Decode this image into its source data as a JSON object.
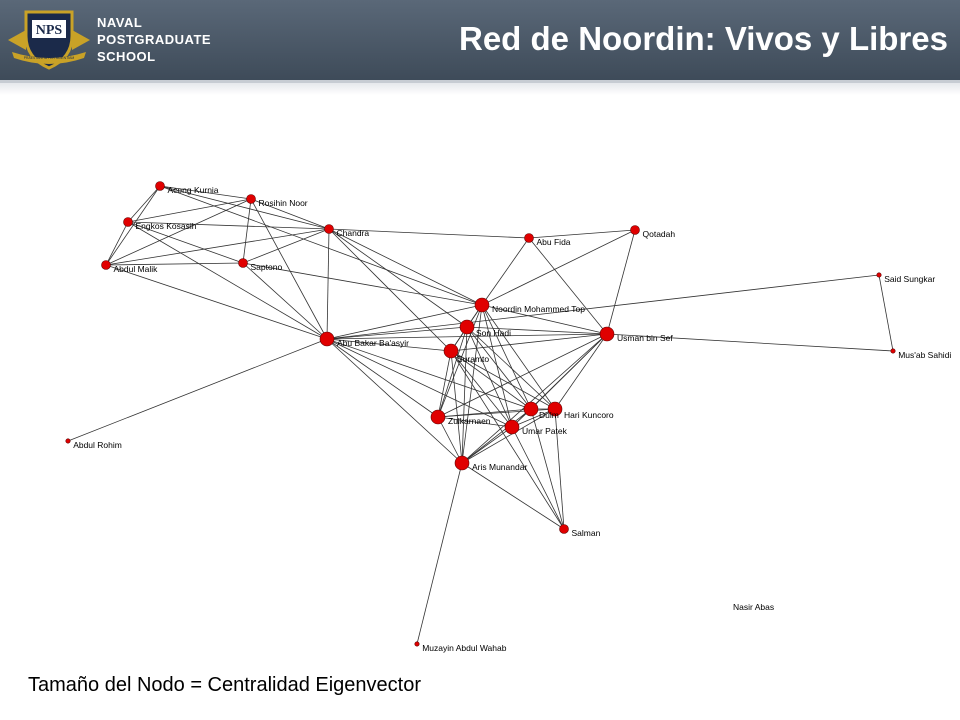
{
  "header": {
    "logo_line1": "NAVAL",
    "logo_line2": "POSTGRADUATE",
    "logo_line3": "SCHOOL",
    "logo_badge": "NPS",
    "logo_motto": "PRAESTANTIA PER SCIENTIAM",
    "title": "Red de Noordin: Vivos y Libres"
  },
  "colors": {
    "header_bg": "#4a5766",
    "node_fill": "#e00000",
    "edge": "#333333",
    "title_text": "#ffffff"
  },
  "graph": {
    "nodes": [
      {
        "id": "aceng",
        "label": "Aceng Kurnia",
        "size": "small"
      },
      {
        "id": "rosihin",
        "label": "Rosihin Noor",
        "size": "small"
      },
      {
        "id": "engkos",
        "label": "Engkos Kosasih",
        "size": "small"
      },
      {
        "id": "chandra",
        "label": "Chandra",
        "size": "small"
      },
      {
        "id": "abdulmalik",
        "label": "Abdul Malik",
        "size": "small"
      },
      {
        "id": "saptono",
        "label": "Saptono",
        "size": "small"
      },
      {
        "id": "abufida",
        "label": "Abu Fida",
        "size": "small"
      },
      {
        "id": "qotadah",
        "label": "Qotadah",
        "size": "small"
      },
      {
        "id": "saidsungkar",
        "label": "Said Sungkar",
        "size": "tiny"
      },
      {
        "id": "musab",
        "label": "Mus'ab Sahidi",
        "size": "tiny"
      },
      {
        "id": "noordin",
        "label": "Noordin Mohammed Top",
        "size": "large"
      },
      {
        "id": "sonhadi",
        "label": "Son Hadi",
        "size": "large"
      },
      {
        "id": "usman",
        "label": "Usman bin Sef",
        "size": "large"
      },
      {
        "id": "abubakar",
        "label": "Abu Bakar Ba'asyir",
        "size": "large"
      },
      {
        "id": "suramto",
        "label": "Suramto",
        "size": "large"
      },
      {
        "id": "dulmatin",
        "label": "Dulm",
        "size": "large"
      },
      {
        "id": "harikuncoro",
        "label": "Hari Kuncoro",
        "size": "large"
      },
      {
        "id": "zulkarnaen",
        "label": "Zulkarnaen",
        "size": "large"
      },
      {
        "id": "umarpatek",
        "label": "Umar Patek",
        "size": "large"
      },
      {
        "id": "arismunandar",
        "label": "Aris Munandar",
        "size": "large"
      },
      {
        "id": "abdulrohim",
        "label": "Abdul Rohim",
        "size": "tiny"
      },
      {
        "id": "salman",
        "label": "Salman",
        "size": "small"
      },
      {
        "id": "nasirabas",
        "label": "Nasir Abas",
        "size": "none"
      },
      {
        "id": "muzayin",
        "label": "Muzayin Abdul Wahab",
        "size": "tiny"
      }
    ],
    "edges": [
      [
        "aceng",
        "rosihin"
      ],
      [
        "aceng",
        "engkos"
      ],
      [
        "aceng",
        "chandra"
      ],
      [
        "aceng",
        "abdulmalik"
      ],
      [
        "aceng",
        "noordin"
      ],
      [
        "rosihin",
        "engkos"
      ],
      [
        "rosihin",
        "chandra"
      ],
      [
        "rosihin",
        "abdulmalik"
      ],
      [
        "rosihin",
        "saptono"
      ],
      [
        "rosihin",
        "abubakar"
      ],
      [
        "engkos",
        "chandra"
      ],
      [
        "engkos",
        "abdulmalik"
      ],
      [
        "engkos",
        "saptono"
      ],
      [
        "engkos",
        "abubakar"
      ],
      [
        "chandra",
        "abdulmalik"
      ],
      [
        "chandra",
        "saptono"
      ],
      [
        "chandra",
        "abufida"
      ],
      [
        "chandra",
        "noordin"
      ],
      [
        "chandra",
        "abubakar"
      ],
      [
        "chandra",
        "sonhadi"
      ],
      [
        "chandra",
        "suramto"
      ],
      [
        "abdulmalik",
        "saptono"
      ],
      [
        "abdulmalik",
        "abubakar"
      ],
      [
        "saptono",
        "noordin"
      ],
      [
        "saptono",
        "abubakar"
      ],
      [
        "abufida",
        "qotadah"
      ],
      [
        "abufida",
        "noordin"
      ],
      [
        "abufida",
        "usman"
      ],
      [
        "qotadah",
        "noordin"
      ],
      [
        "qotadah",
        "usman"
      ],
      [
        "saidsungkar",
        "musab"
      ],
      [
        "saidsungkar",
        "abubakar"
      ],
      [
        "musab",
        "usman"
      ],
      [
        "abdulrohim",
        "abubakar"
      ],
      [
        "noordin",
        "sonhadi"
      ],
      [
        "noordin",
        "usman"
      ],
      [
        "noordin",
        "abubakar"
      ],
      [
        "noordin",
        "suramto"
      ],
      [
        "noordin",
        "dulmatin"
      ],
      [
        "noordin",
        "harikuncoro"
      ],
      [
        "noordin",
        "zulkarnaen"
      ],
      [
        "noordin",
        "umarpatek"
      ],
      [
        "noordin",
        "arismunandar"
      ],
      [
        "sonhadi",
        "usman"
      ],
      [
        "sonhadi",
        "abubakar"
      ],
      [
        "sonhadi",
        "suramto"
      ],
      [
        "sonhadi",
        "dulmatin"
      ],
      [
        "sonhadi",
        "harikuncoro"
      ],
      [
        "sonhadi",
        "zulkarnaen"
      ],
      [
        "sonhadi",
        "umarpatek"
      ],
      [
        "sonhadi",
        "arismunandar"
      ],
      [
        "usman",
        "abubakar"
      ],
      [
        "usman",
        "suramto"
      ],
      [
        "usman",
        "dulmatin"
      ],
      [
        "usman",
        "harikuncoro"
      ],
      [
        "usman",
        "zulkarnaen"
      ],
      [
        "usman",
        "umarpatek"
      ],
      [
        "usman",
        "arismunandar"
      ],
      [
        "abubakar",
        "suramto"
      ],
      [
        "abubakar",
        "dulmatin"
      ],
      [
        "abubakar",
        "zulkarnaen"
      ],
      [
        "abubakar",
        "umarpatek"
      ],
      [
        "abubakar",
        "arismunandar"
      ],
      [
        "suramto",
        "dulmatin"
      ],
      [
        "suramto",
        "harikuncoro"
      ],
      [
        "suramto",
        "zulkarnaen"
      ],
      [
        "suramto",
        "umarpatek"
      ],
      [
        "suramto",
        "arismunandar"
      ],
      [
        "dulmatin",
        "harikuncoro"
      ],
      [
        "dulmatin",
        "zulkarnaen"
      ],
      [
        "dulmatin",
        "umarpatek"
      ],
      [
        "dulmatin",
        "arismunandar"
      ],
      [
        "harikuncoro",
        "zulkarnaen"
      ],
      [
        "harikuncoro",
        "umarpatek"
      ],
      [
        "harikuncoro",
        "arismunandar"
      ],
      [
        "harikuncoro",
        "salman"
      ],
      [
        "zulkarnaen",
        "umarpatek"
      ],
      [
        "zulkarnaen",
        "arismunandar"
      ],
      [
        "umarpatek",
        "arismunandar"
      ],
      [
        "umarpatek",
        "salman"
      ],
      [
        "arismunandar",
        "salman"
      ],
      [
        "arismunandar",
        "muzayin"
      ],
      [
        "dulmatin",
        "salman"
      ],
      [
        "suramto",
        "salman"
      ]
    ]
  },
  "caption": "Tamaño del Nodo = Centralidad Eigenvector"
}
